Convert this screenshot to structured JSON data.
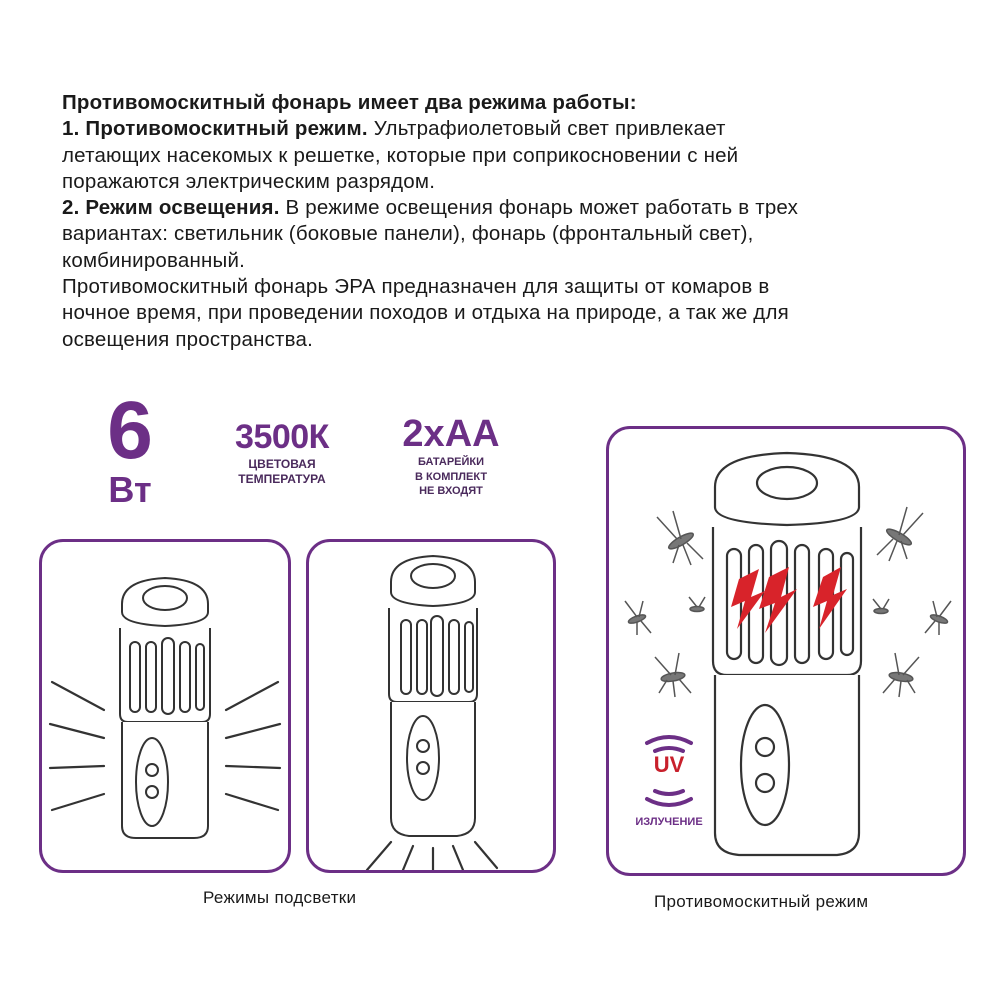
{
  "description": {
    "title": "Противомоскитный фонарь имеет два режима работы:",
    "mode1_title": "1. Противомоскитный режим.",
    "mode1_text_line1": "Ультрафиолетовый свет привлекает",
    "mode1_text_line2": "летающих насекомых к решетке, которые при соприкосновении с ней",
    "mode1_text_line3": "поражаются электрическим разрядом.",
    "mode2_title": "2. Режим освещения.",
    "mode2_text_line1": "В режиме освещения фонарь может работать в трех",
    "mode2_text_line2": "вариантах: светильник (боковые панели), фонарь (фронтальный свет),",
    "mode2_text_line3": "комбинированный.",
    "purpose_line1": "Противомоскитный фонарь ЭРА предназначен для защиты от комаров  в",
    "purpose_line2": "ночное время, при проведении  походов и отдыха на природе, а так же для",
    "purpose_line3": "освещения пространства."
  },
  "specs": {
    "power_value": "6",
    "power_unit": "Вт",
    "color_temp_value": "3500К",
    "color_temp_caption_line1": "ЦВЕТОВАЯ",
    "color_temp_caption_line2": "ТЕМПЕРАТУРА",
    "battery_value": "2хАА",
    "battery_caption_line1": "БАТАРЕЙКИ",
    "battery_caption_line2": "В КОМПЛЕКТ",
    "battery_caption_line3": "НЕ ВХОДЯТ"
  },
  "captions": {
    "lighting_modes": "Режимы подсветки",
    "mosquito_mode": "Противомоскитный режим"
  },
  "uv_badge": {
    "label": "UV",
    "caption": "ИЗЛУЧЕНИЕ"
  },
  "colors": {
    "accent_purple": "#6c2f86",
    "uv_red": "#c8202c",
    "lamp_stroke": "#333333"
  }
}
